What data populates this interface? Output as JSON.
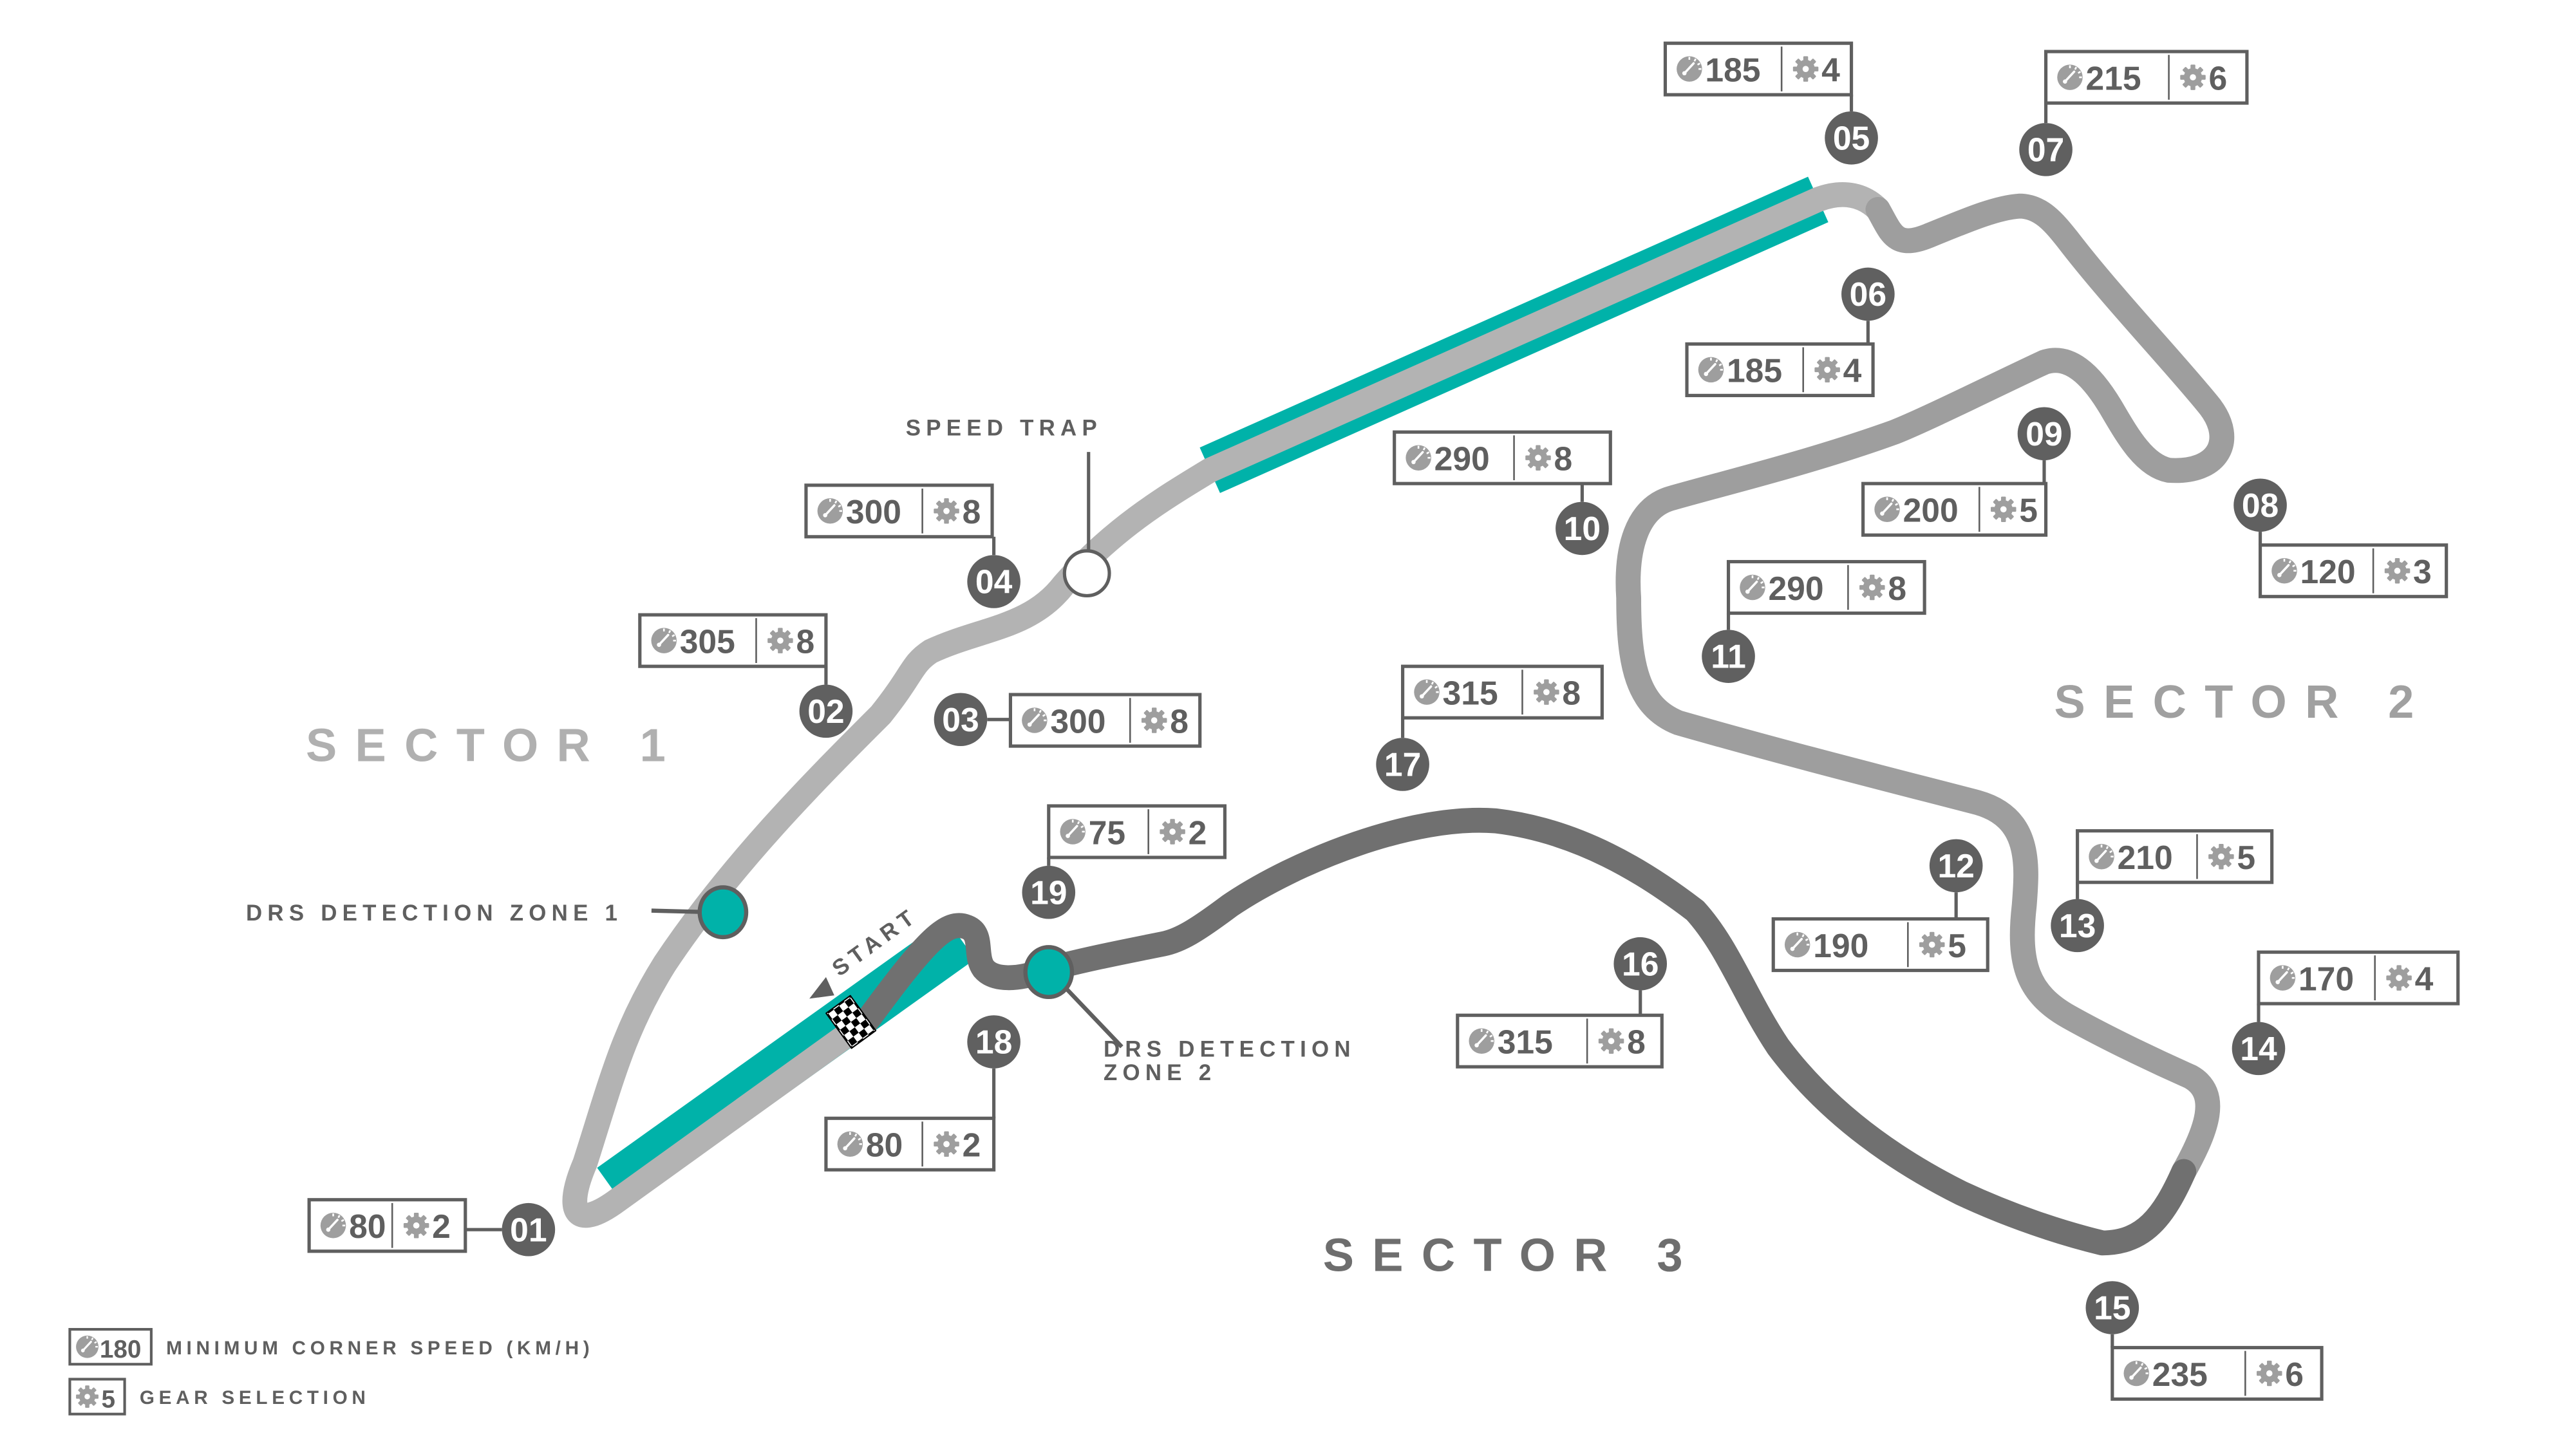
{
  "colors": {
    "sector1": "#b3b3b3",
    "sector2": "#9e9e9e",
    "sector3": "#707070",
    "drs": "#00b2a9",
    "marker": "#606060",
    "icon": "#9e9e9e",
    "text": "#5f5f5f",
    "sector1_label": "#b0b0b0",
    "sector2_label": "#a0a0a0",
    "sector3_label": "#6e6e6e"
  },
  "sectors": [
    {
      "label": "SECTOR 1"
    },
    {
      "label": "SECTOR 2"
    },
    {
      "label": "SECTOR 3"
    }
  ],
  "annotations": {
    "speed_trap": "SPEED TRAP",
    "drs_zone_1": "DRS DETECTION ZONE 1",
    "drs_zone_2_line1": "DRS DETECTION",
    "drs_zone_2_line2": "ZONE 2",
    "start": "START"
  },
  "corners": [
    {
      "number": "01",
      "speed": "80",
      "gear": "2"
    },
    {
      "number": "02",
      "speed": "305",
      "gear": "8"
    },
    {
      "number": "03",
      "speed": "300",
      "gear": "8"
    },
    {
      "number": "04",
      "speed": "300",
      "gear": "8"
    },
    {
      "number": "05",
      "speed": "185",
      "gear": "4"
    },
    {
      "number": "06",
      "speed": "185",
      "gear": "4"
    },
    {
      "number": "07",
      "speed": "215",
      "gear": "6"
    },
    {
      "number": "08",
      "speed": "120",
      "gear": "3"
    },
    {
      "number": "09",
      "speed": "200",
      "gear": "5"
    },
    {
      "number": "10",
      "speed": "290",
      "gear": "8"
    },
    {
      "number": "11",
      "speed": "290",
      "gear": "8"
    },
    {
      "number": "12",
      "speed": "190",
      "gear": "5"
    },
    {
      "number": "13",
      "speed": "210",
      "gear": "5"
    },
    {
      "number": "14",
      "speed": "170",
      "gear": "4"
    },
    {
      "number": "15",
      "speed": "235",
      "gear": "6"
    },
    {
      "number": "16",
      "speed": "315",
      "gear": "8"
    },
    {
      "number": "17",
      "speed": "315",
      "gear": "8"
    },
    {
      "number": "18",
      "speed": "80",
      "gear": "2"
    },
    {
      "number": "19",
      "speed": "75",
      "gear": "2"
    }
  ],
  "legend": {
    "speed_sample": "180",
    "speed_label": "MINIMUM CORNER SPEED (KM/H)",
    "gear_sample": "5",
    "gear_label": "GEAR SELECTION"
  }
}
